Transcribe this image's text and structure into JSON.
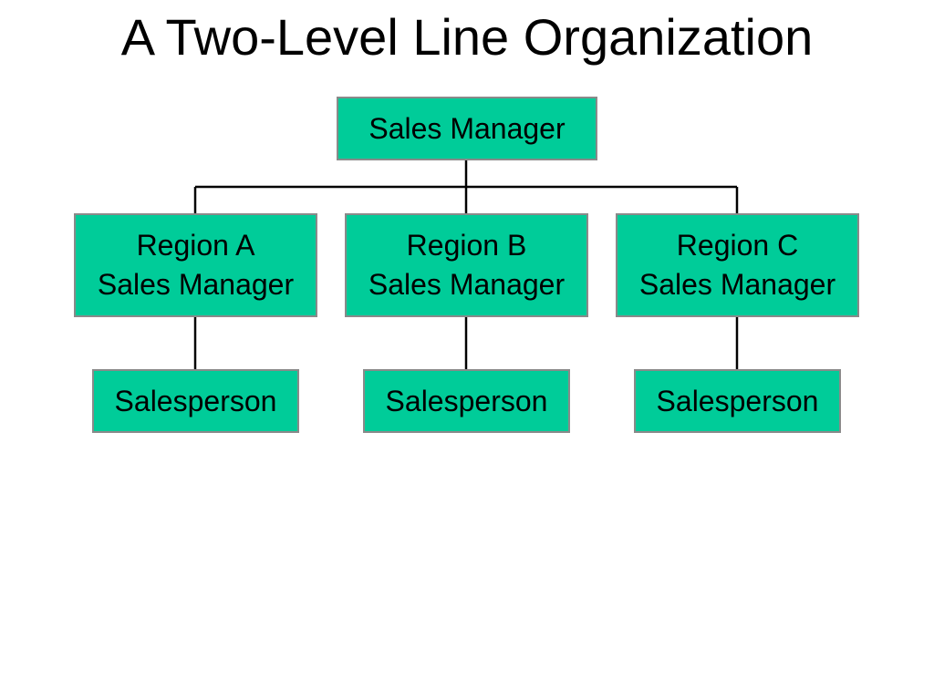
{
  "title": "A Two-Level Line Organization",
  "colors": {
    "box_fill": "#00cc99",
    "box_border": "#8a8a8a",
    "connector": "#000000",
    "background": "#ffffff"
  },
  "org_chart": {
    "top": {
      "label": "Sales Manager"
    },
    "regions": [
      {
        "line1": "Region A",
        "line2": "Sales Manager",
        "subordinate": "Salesperson"
      },
      {
        "line1": "Region B",
        "line2": "Sales Manager",
        "subordinate": "Salesperson"
      },
      {
        "line1": "Region C",
        "line2": "Sales Manager",
        "subordinate": "Salesperson"
      }
    ]
  }
}
